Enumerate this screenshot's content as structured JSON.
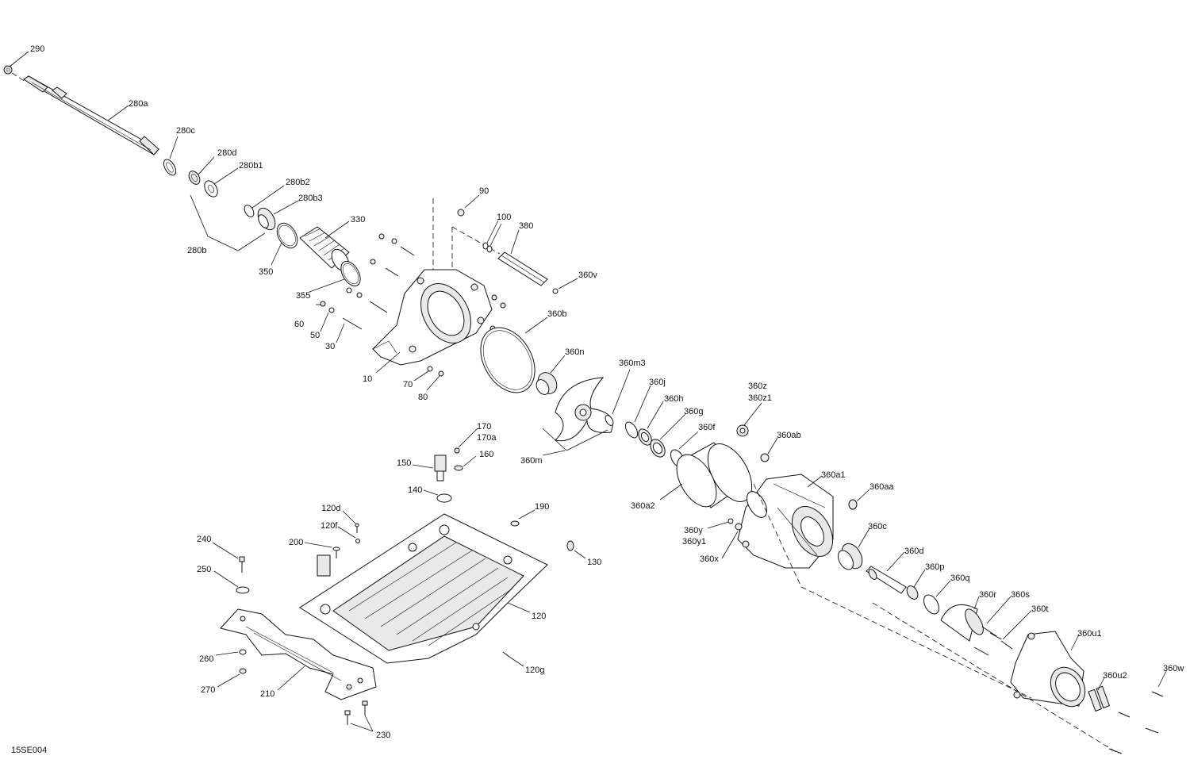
{
  "labels": {
    "l290": "290",
    "l280a": "280a",
    "l280c": "280c",
    "l280d": "280d",
    "l280b1": "280b1",
    "l280b2": "280b2",
    "l280b3": "280b3",
    "l280b": "280b",
    "l330": "330",
    "l350": "350",
    "l355": "355",
    "l60": "60",
    "l50": "50",
    "l30": "30",
    "l10": "10",
    "l70": "70",
    "l80": "80",
    "l90": "90",
    "l100": "100",
    "l380": "380",
    "l360v": "360v",
    "l360b": "360b",
    "l360n": "360n",
    "l360m3": "360m3",
    "l360j": "360j",
    "l360h": "360h",
    "l360g": "360g",
    "l360f": "360f",
    "l360m": "360m",
    "l360z": "360z",
    "l360z1": "360z1",
    "l360ab": "360ab",
    "l360a1": "360a1",
    "l360aa": "360aa",
    "l360a2": "360a2",
    "l360y": "360y",
    "l360y1": "360y1",
    "l360x": "360x",
    "l360c": "360c",
    "l360d": "360d",
    "l360p": "360p",
    "l360q": "360q",
    "l360r": "360r",
    "l360s": "360s",
    "l360t": "360t",
    "l360u1": "360u1",
    "l360u2": "360u2",
    "l360w": "360w",
    "l170": "170",
    "l170a": "170a",
    "l160": "160",
    "l150": "150",
    "l140": "140",
    "l190": "190",
    "l120d": "120d",
    "l120f": "120f",
    "l200": "200",
    "l130": "130",
    "l120": "120",
    "l120g": "120g",
    "l240": "240",
    "l250": "250",
    "l260": "260",
    "l270": "270",
    "l210": "210",
    "l230": "230"
  },
  "diagram_code": "15SE004"
}
